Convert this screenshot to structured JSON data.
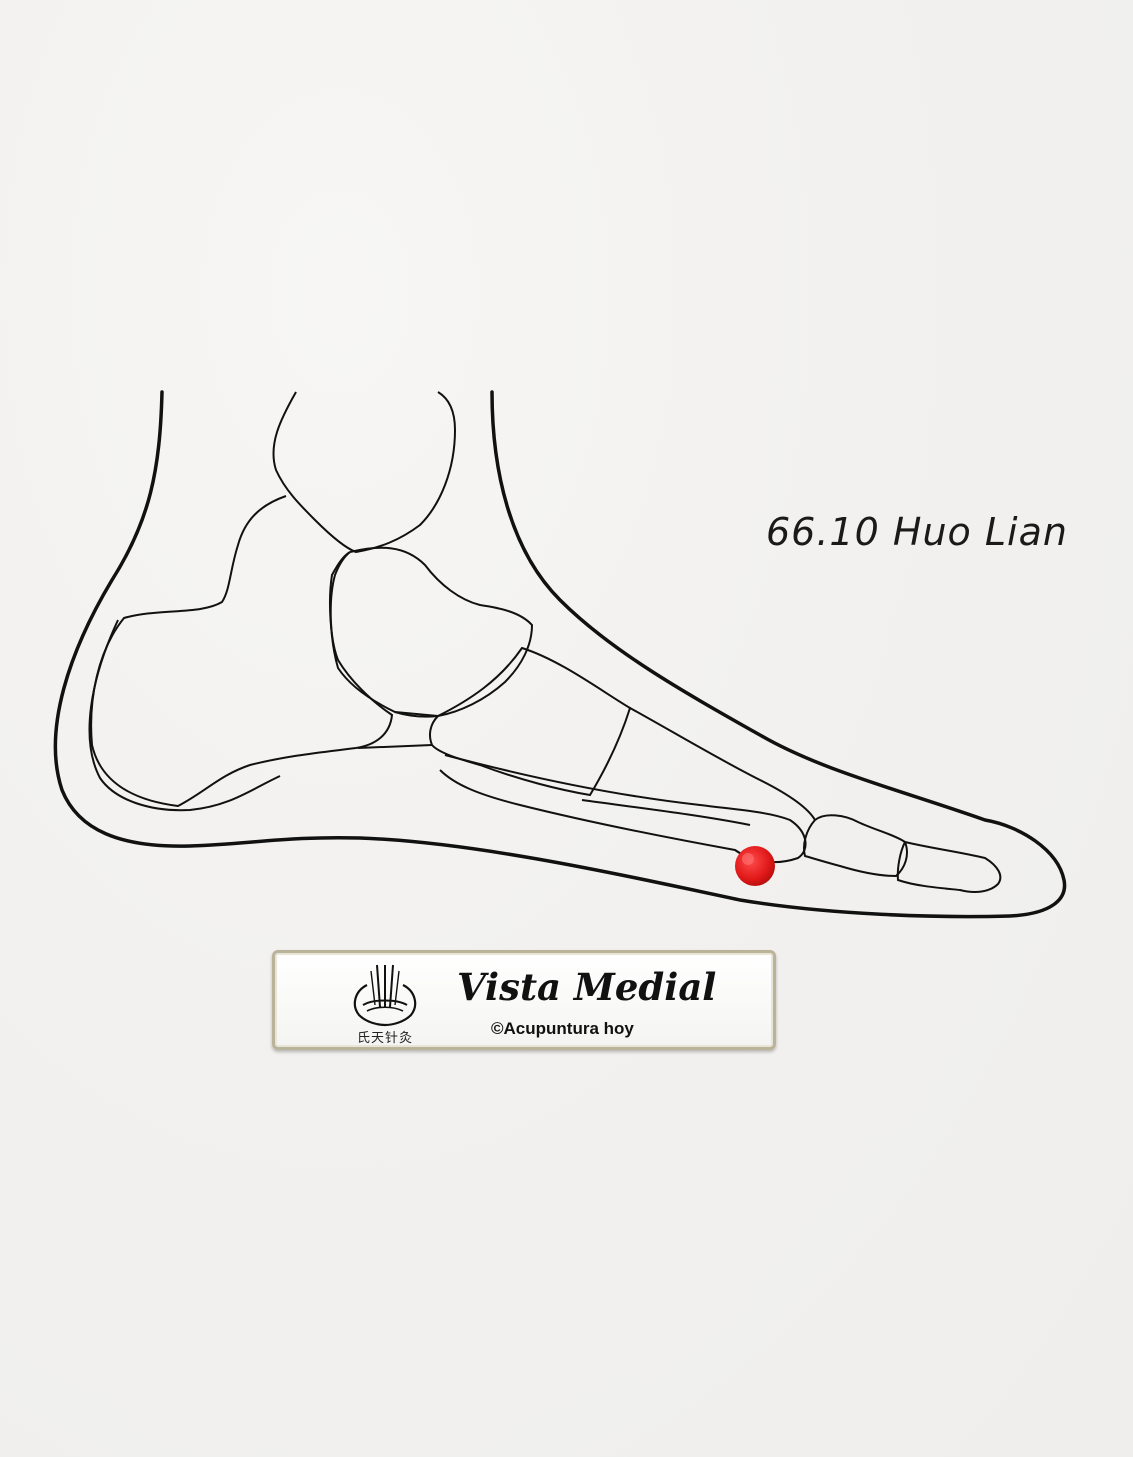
{
  "point": {
    "label": "66.10 Huo Lian",
    "marker_color": "#e01818"
  },
  "caption": {
    "title": "Vista Medial",
    "copyright": "©Acupuntura hoy",
    "logo_characters": "氏天针灸"
  },
  "illustration": {
    "subject": "foot-medial-view-bones",
    "line_color": "#111111"
  }
}
